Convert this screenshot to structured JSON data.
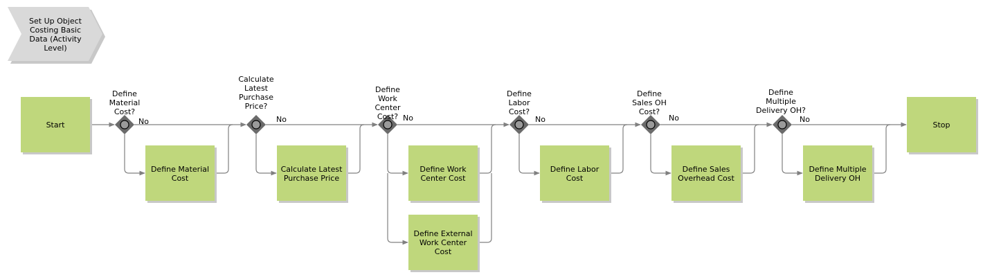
{
  "header": {
    "lines": [
      "Set Up Object",
      "Costing Basic",
      "Data (Activity",
      "Level)"
    ]
  },
  "colors": {
    "task_fill": "#bfd77c",
    "task_shadow": "#c8c8c8",
    "gateway_fill": "#6b6b6b",
    "gateway_inner": "#9a9a9a",
    "edge": "#808080",
    "header_fill": "#d9d9d9"
  },
  "events": {
    "start": "Start",
    "stop": "Stop"
  },
  "tasks": [
    {
      "id": "define-material-cost",
      "lines": [
        "Define Material",
        "Cost"
      ]
    },
    {
      "id": "calculate-latest-purchase-price",
      "lines": [
        "Calculate Latest",
        "Purchase Price"
      ]
    },
    {
      "id": "define-work-center-cost",
      "lines": [
        "Define Work",
        "Center Cost"
      ]
    },
    {
      "id": "define-external-work-center-cost",
      "lines": [
        "Define External",
        "Work Center",
        "Cost"
      ]
    },
    {
      "id": "define-labor-cost",
      "lines": [
        "Define Labor",
        "Cost"
      ]
    },
    {
      "id": "define-sales-overhead-cost",
      "lines": [
        "Define Sales",
        "Overhead Cost"
      ]
    },
    {
      "id": "define-multiple-delivery-oh",
      "lines": [
        "Define Multiple",
        "Delivery OH"
      ]
    }
  ],
  "gateways": [
    {
      "id": "material",
      "question": [
        "Define",
        "Material",
        "Cost?"
      ],
      "branch": "No"
    },
    {
      "id": "purchase-price",
      "question": [
        "Calculate",
        "Latest",
        "Purchase",
        "Price?"
      ],
      "branch": "No"
    },
    {
      "id": "work-center",
      "question": [
        "Define",
        "Work",
        "Center",
        "Cost?"
      ],
      "branch": "No"
    },
    {
      "id": "labor",
      "question": [
        "Define",
        "Labor",
        "Cost?"
      ],
      "branch": "No"
    },
    {
      "id": "sales-oh",
      "question": [
        "Define",
        "Sales OH",
        "Cost?"
      ],
      "branch": "No"
    },
    {
      "id": "delivery-oh",
      "question": [
        "Define",
        "Multiple",
        "Delivery OH?"
      ],
      "branch": "No"
    }
  ]
}
